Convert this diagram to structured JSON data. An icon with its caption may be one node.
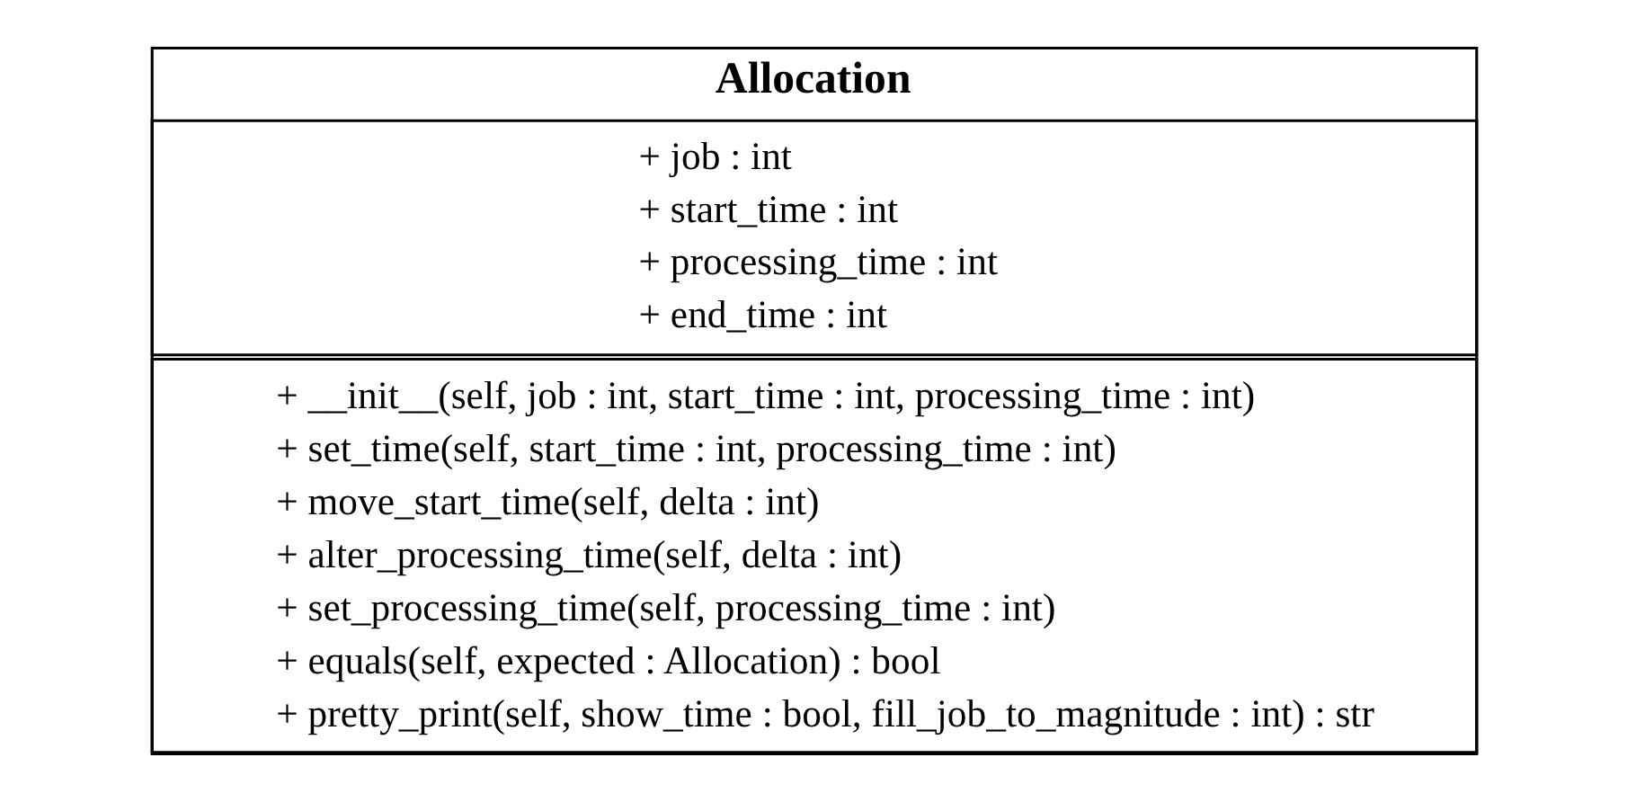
{
  "diagram": {
    "nodes": [
      {
        "text": [
          "Allocation"
        ]
      },
      {
        "text": [
          "+ job : int",
          "+ start_time : int",
          "+ processing_time : int",
          "+ end_time : int"
        ],
        "in": 0
      },
      {
        "text": [
          "+ __init__(self, job : int, start_time : int, processing_time : int)",
          "+ set_time(self, start_time : int, processing_time : int)",
          "+ move_start_time(self, delta : int)",
          "+ alter_processing_time(self, delta : int)",
          "+ set_processing_time(self, processing_time : int)",
          "+ equals(self, expected : Allocation) : bool",
          "+ pretty_print(self, show_time : bool, fill_job_to_magnitude : int) : str"
        ],
        "in": 0
      }
    ],
    "edges": []
  }
}
